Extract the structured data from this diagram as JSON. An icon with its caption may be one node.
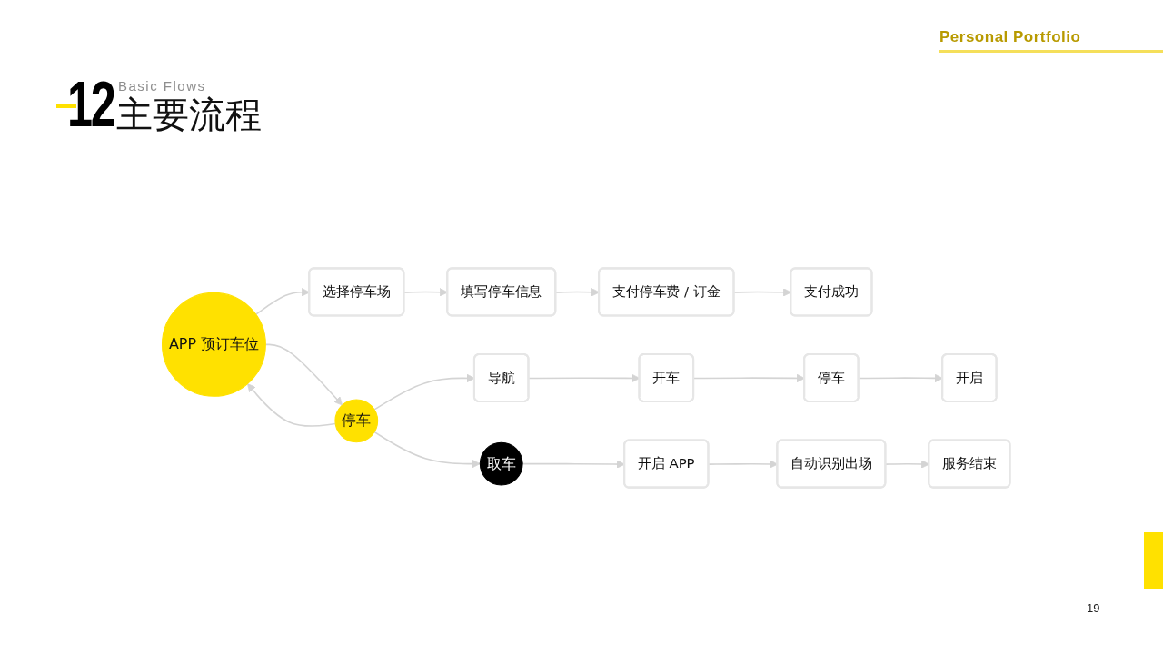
{
  "diagram": {
    "title": "主要流程",
    "nodes": [
      {
        "text": [
          "APP 预订车位"
        ]
      },
      {
        "text": [
          "选择停车场"
        ]
      },
      {
        "text": [
          "填写停车信息"
        ]
      },
      {
        "text": [
          "支付停车费 / 订金"
        ]
      },
      {
        "text": [
          "支付成功"
        ]
      },
      {
        "text": [
          "停车"
        ]
      },
      {
        "text": [
          "导航"
        ]
      },
      {
        "text": [
          "开车"
        ]
      },
      {
        "text": [
          "停车"
        ]
      },
      {
        "text": [
          "开启"
        ]
      },
      {
        "text": [
          "取车"
        ]
      },
      {
        "text": [
          "开启 APP"
        ]
      },
      {
        "text": [
          "自动识别出场"
        ]
      },
      {
        "text": [
          "服务结束"
        ]
      }
    ],
    "edges": [
      {
        "from": 0,
        "to": 1,
        "arrow": "to"
      },
      {
        "from": 1,
        "to": 2,
        "arrow": "to"
      },
      {
        "from": 2,
        "to": 3,
        "arrow": "to"
      },
      {
        "from": 3,
        "to": 4,
        "arrow": "to"
      },
      {
        "from": 0,
        "to": 5,
        "arrow": "to"
      },
      {
        "from": 5,
        "to": 0,
        "arrow": "to"
      },
      {
        "from": 5,
        "to": 6,
        "arrow": "to"
      },
      {
        "from": 6,
        "to": 7,
        "arrow": "to"
      },
      {
        "from": 7,
        "to": 8,
        "arrow": "to"
      },
      {
        "from": 8,
        "to": 9,
        "arrow": "to"
      },
      {
        "from": 5,
        "to": 10,
        "arrow": "to"
      },
      {
        "from": 10,
        "to": 11,
        "arrow": "to"
      },
      {
        "from": 11,
        "to": 12,
        "arrow": "to"
      },
      {
        "from": 12,
        "to": 13,
        "arrow": "to"
      }
    ],
    "labels": [
      "Personal Portfolio",
      "12",
      "Basic Flows",
      "19"
    ]
  }
}
